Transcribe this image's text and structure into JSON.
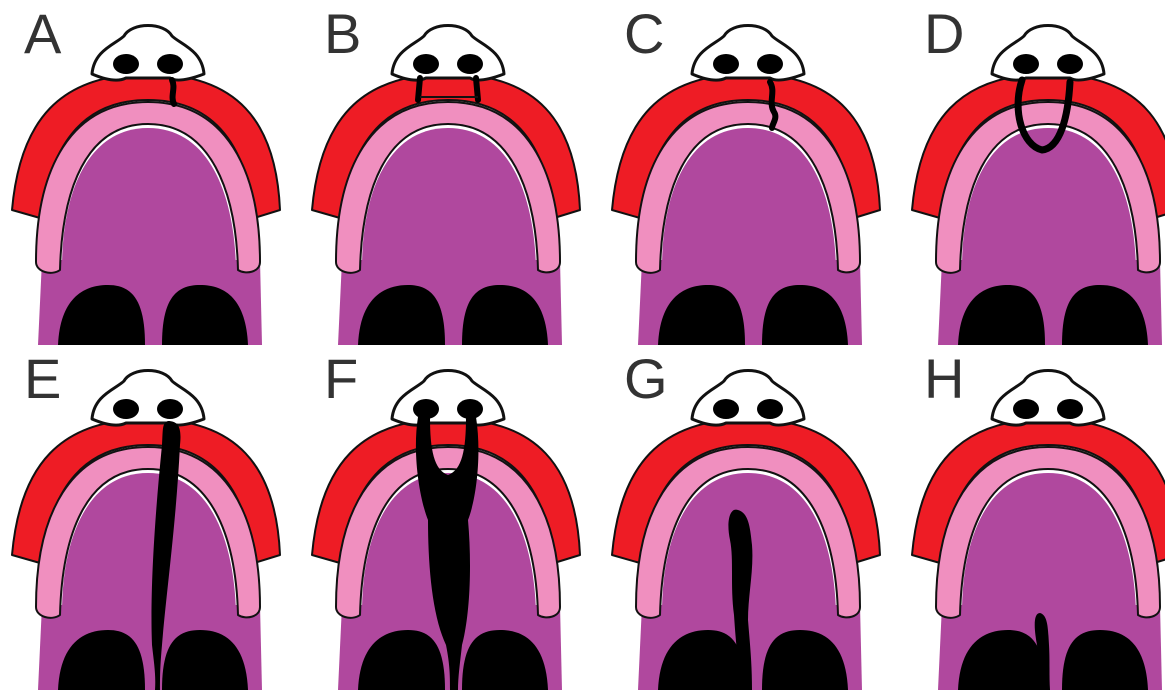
{
  "colors": {
    "lip": "#ee1c25",
    "gum": "#f08fbf",
    "palate": "#b0489e",
    "cleft": "#000000",
    "outline": "#111111",
    "nose": "#ffffff",
    "label": "#333333"
  },
  "panels": [
    {
      "label": "A",
      "cleft": "unilateral-lip"
    },
    {
      "label": "B",
      "cleft": "bilateral-lip"
    },
    {
      "label": "C",
      "cleft": "unilateral-lip-alveolus"
    },
    {
      "label": "D",
      "cleft": "bilateral-lip-alveolus"
    },
    {
      "label": "E",
      "cleft": "unilateral-complete"
    },
    {
      "label": "F",
      "cleft": "bilateral-complete"
    },
    {
      "label": "G",
      "cleft": "palate-only"
    },
    {
      "label": "H",
      "cleft": "soft-palate-only"
    }
  ]
}
